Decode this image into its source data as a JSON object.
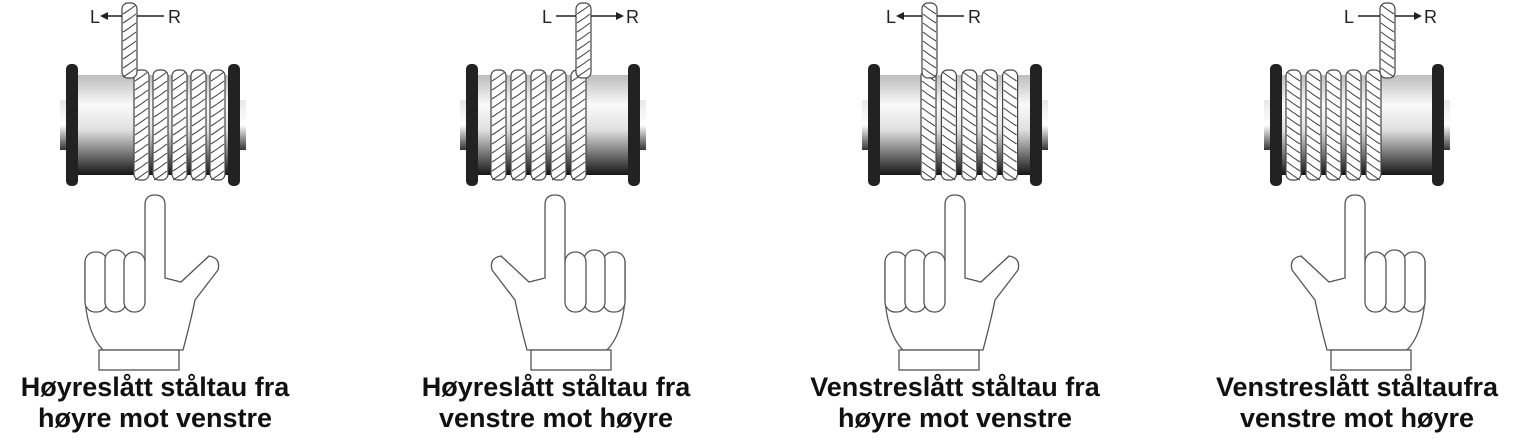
{
  "panels": [
    {
      "caption_line1": "Høyreslått ståltau fra",
      "caption_line2": "høyre mot venstre",
      "label_left": "L",
      "label_right": "R",
      "arrow_direction": "left",
      "hand": "thumb-right",
      "lay": "right"
    },
    {
      "caption_line1": "Høyreslått ståltau fra",
      "caption_line2": "venstre mot høyre",
      "label_left": "L",
      "label_right": "R",
      "arrow_direction": "right",
      "hand": "thumb-left",
      "lay": "right"
    },
    {
      "caption_line1": "Venstreslått ståltau fra",
      "caption_line2": "høyre mot venstre",
      "label_left": "L",
      "label_right": "R",
      "arrow_direction": "left",
      "hand": "thumb-right",
      "lay": "left"
    },
    {
      "caption_line1": "Venstreslått ståltaufra",
      "caption_line2": "venstre mot høyre",
      "label_left": "L",
      "label_right": "R",
      "arrow_direction": "right",
      "hand": "thumb-left",
      "lay": "left"
    }
  ]
}
